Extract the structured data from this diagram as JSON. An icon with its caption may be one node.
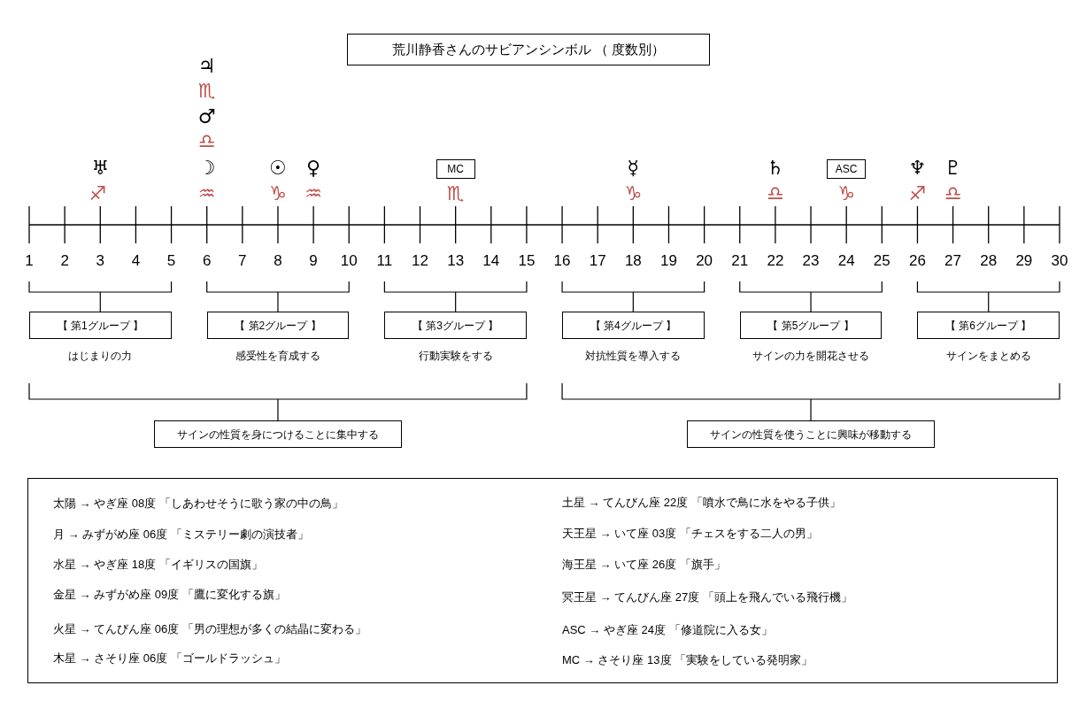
{
  "diagram": {
    "title": "荒川静香さんのサビアンシンボル （ 度数別）",
    "nodes": [
      {
        "text": [
          "MC"
        ]
      },
      {
        "text": [
          "ASC"
        ]
      },
      {
        "text": [
          "【 第1グループ 】"
        ],
        "beside": [
          "はじまりの力"
        ]
      },
      {
        "text": [
          "【 第2グループ 】"
        ],
        "beside": [
          "感受性を育成する"
        ]
      },
      {
        "text": [
          "【 第3グループ 】"
        ],
        "beside": [
          "行動実験をする"
        ]
      },
      {
        "text": [
          "【 第4グループ 】"
        ],
        "beside": [
          "対抗性質を導入する"
        ]
      },
      {
        "text": [
          "【 第5グループ 】"
        ],
        "beside": [
          "サインの力を開花させる"
        ]
      },
      {
        "text": [
          "【 第6グループ 】"
        ],
        "beside": [
          "サインをまとめる"
        ]
      },
      {
        "text": [
          "サインの性質を身につけることに集中する"
        ]
      },
      {
        "text": [
          "サインの性質を使うことに興味が移動する"
        ]
      }
    ],
    "labels": [
      "♃",
      "♏",
      "♂",
      "♎",
      "♅",
      "☽",
      "☉",
      "♀",
      "☿",
      "♄",
      "♆",
      "♇",
      "♐",
      "♒",
      "♑",
      "♒",
      "♏",
      "♑",
      "♎",
      "♑",
      "♐",
      "♎",
      "1",
      "2",
      "3",
      "4",
      "5",
      "6",
      "7",
      "8",
      "9",
      "10",
      "11",
      "12",
      "13",
      "14",
      "15",
      "16",
      "17",
      "18",
      "19",
      "20",
      "21",
      "22",
      "23",
      "24",
      "25",
      "26",
      "27",
      "28",
      "29",
      "30",
      "太陽 → やぎ座 08度 「しあわせそうに歌う家の中の鳥」",
      "土星 → てんびん座 22度 「噴水で鳥に水をやる子供」",
      "月 → みずがめ座 06度 「ミステリー劇の演技者」",
      "天王星 → いて座 03度 「チェスをする二人の男」",
      "水星 → やぎ座 18度 「イギリスの国旗」",
      "海王星 → いて座 26度 「旗手」",
      "金星 → みずがめ座 09度 「鷹に変化する旗」",
      "冥王星 → てんびん座 27度 「頭上を飛んでいる飛行機」",
      "火星 → てんびん座 06度 「男の理想が多くの結晶に変わる」",
      "ASC → やぎ座 24度 「修道院に入る女」",
      "木星 → さそり座 06度 「ゴールドラッシュ」",
      "MC → さそり座 13度 「実験をしている発明家」"
    ]
  }
}
